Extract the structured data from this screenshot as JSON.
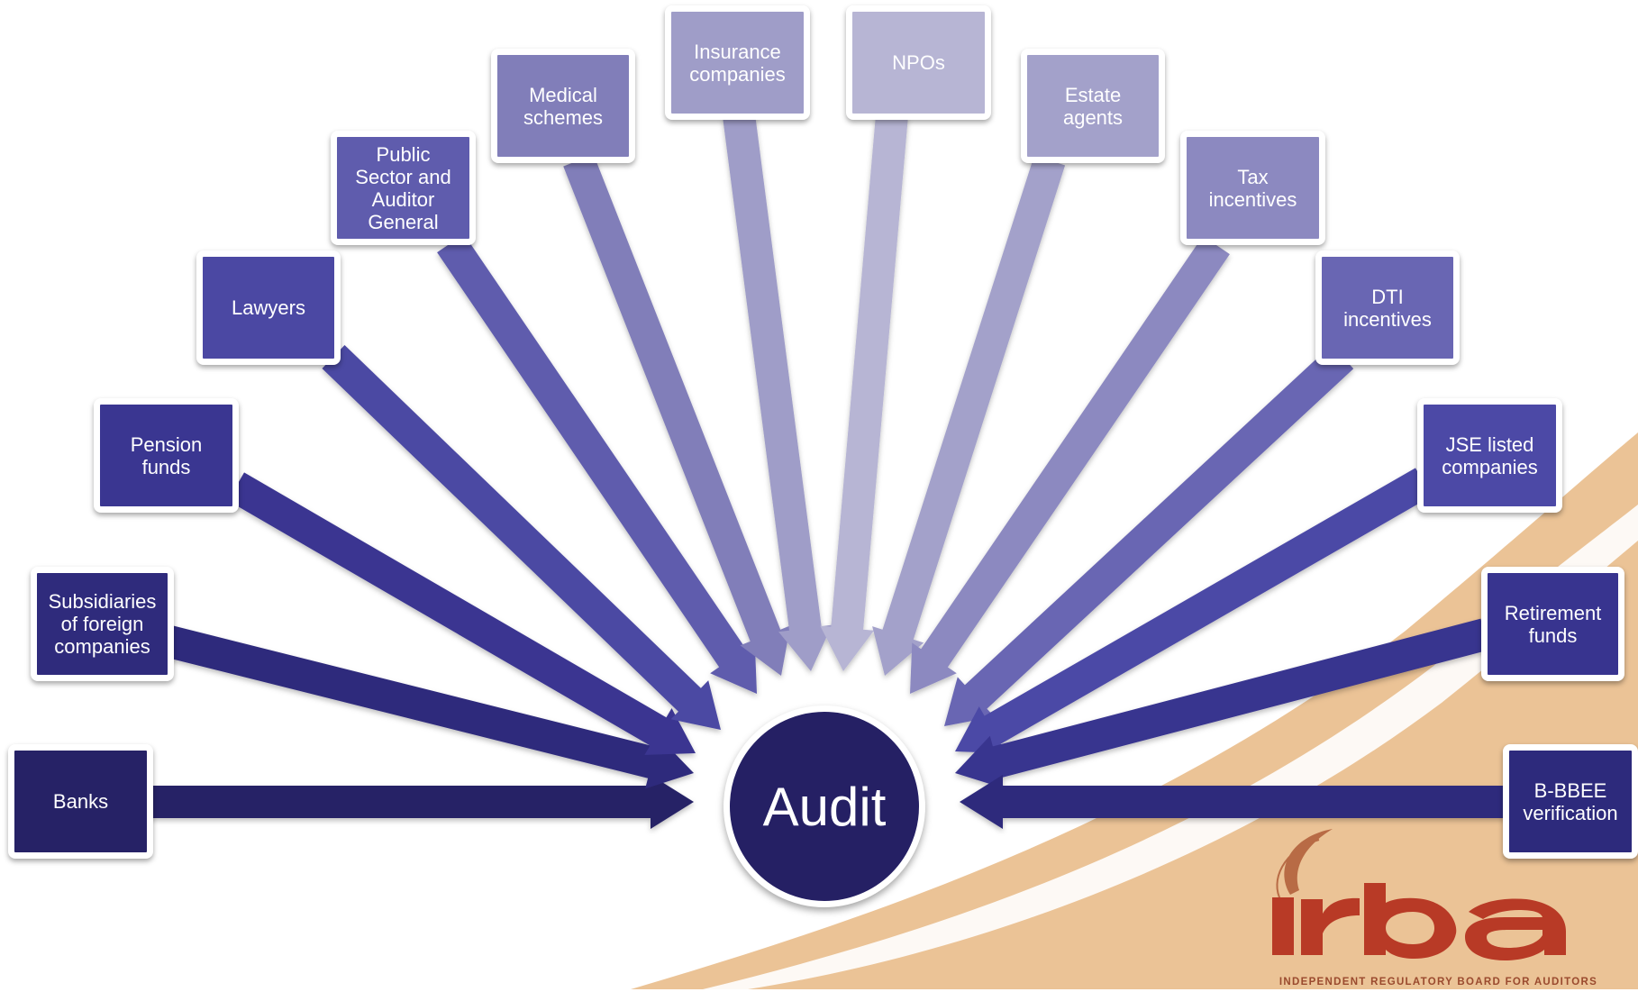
{
  "center": {
    "label": "Audit",
    "color": "#252064"
  },
  "boxes": [
    {
      "id": "banks",
      "label": "Banks",
      "color": "#262266"
    },
    {
      "id": "subsidiaries",
      "label": "Subsidiaries\nof foreign\ncompanies",
      "color": "#2f2b7c"
    },
    {
      "id": "pension",
      "label": "Pension\nfunds",
      "color": "#3a3691"
    },
    {
      "id": "lawyers",
      "label": "Lawyers",
      "color": "#4b48a3"
    },
    {
      "id": "public-sector",
      "label": "Public\nSector and\nAuditor\nGeneral",
      "color": "#5f5cad"
    },
    {
      "id": "medical",
      "label": "Medical\nschemes",
      "color": "#817eb9"
    },
    {
      "id": "insurance",
      "label": "Insurance\ncompanies",
      "color": "#9f9dc8"
    },
    {
      "id": "npos",
      "label": "NPOs",
      "color": "#b7b5d4"
    },
    {
      "id": "estate",
      "label": "Estate\nagents",
      "color": "#a3a1ca"
    },
    {
      "id": "tax",
      "label": "Tax\nincentives",
      "color": "#8c89c0"
    },
    {
      "id": "dti",
      "label": "DTI\nincentives",
      "color": "#6966b3"
    },
    {
      "id": "jse",
      "label": "JSE listed\ncompanies",
      "color": "#4c49a6"
    },
    {
      "id": "retirement",
      "label": "Retirement\nfunds",
      "color": "#38348f"
    },
    {
      "id": "bbbee",
      "label": "B-BBEE\nverification",
      "color": "#2d2a7c"
    }
  ],
  "logo": {
    "wordmark": "irba",
    "tagline": "INDEPENDENT REGULATORY BOARD FOR AUDITORS",
    "colors": {
      "red": "#b83a26",
      "tan": "#e7b984",
      "swoosh": "#b86b45"
    }
  }
}
